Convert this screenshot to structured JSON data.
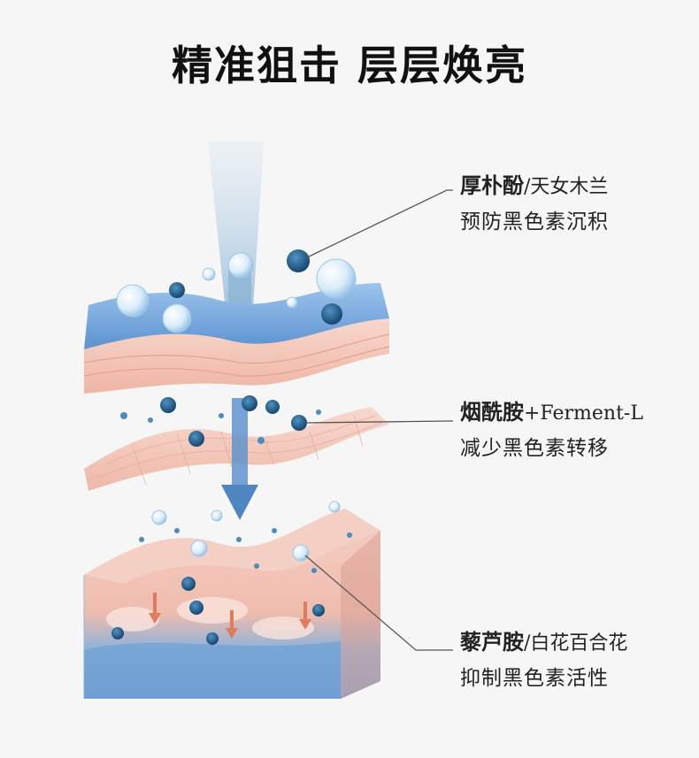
{
  "title": "精准狙击  层层焕亮",
  "annotations": [
    {
      "main": "厚朴酚",
      "sub": "/天女木兰",
      "desc": "预防黑色素沉积"
    },
    {
      "main": "烟酰胺",
      "sub": "+Ferment-L",
      "desc": "减少黑色素转移"
    },
    {
      "main": "藜芦胺",
      "sub": "/白花百合花",
      "desc": "抑制黑色素活性"
    }
  ],
  "colors": {
    "background": "#f6f6f6",
    "beam": "#7eaed0",
    "skin": "#f3c9bd",
    "water_layer": "#6fa3d6",
    "molecule": "#1f5f8f",
    "leader_line": "#555555"
  }
}
